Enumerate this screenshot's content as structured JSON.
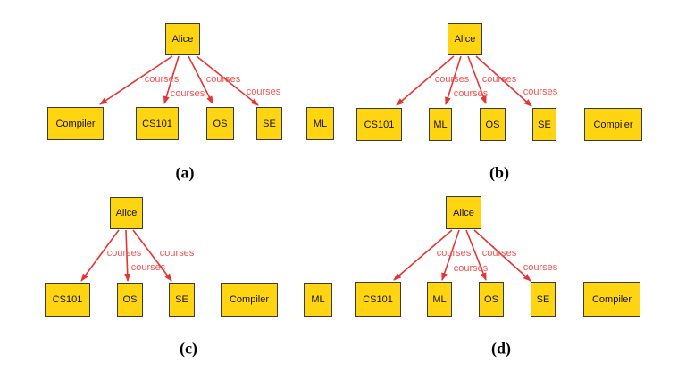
{
  "figure": {
    "background": "#ffffff",
    "colors": {
      "node_fill": "#ffd411",
      "node_border": "#3b3b3b",
      "node_text": "#141414",
      "edge": "#e63434",
      "edge_label": "#f15454",
      "caption_text": "#000000"
    }
  },
  "panels": [
    {
      "caption": "(a)",
      "root": "Alice",
      "nodes": [
        "Compiler",
        "CS101",
        "OS",
        "SE",
        "ML"
      ],
      "edges": [
        {
          "from": "Alice",
          "to": "Compiler",
          "label": "courses"
        },
        {
          "from": "Alice",
          "to": "CS101",
          "label": "courses"
        },
        {
          "from": "Alice",
          "to": "OS",
          "label": "courses"
        },
        {
          "from": "Alice",
          "to": "SE",
          "label": "courses"
        }
      ]
    },
    {
      "caption": "(b)",
      "root": "Alice",
      "nodes": [
        "CS101",
        "ML",
        "OS",
        "SE",
        "Compiler"
      ],
      "edges": [
        {
          "from": "Alice",
          "to": "CS101",
          "label": "courses"
        },
        {
          "from": "Alice",
          "to": "ML",
          "label": "courses"
        },
        {
          "from": "Alice",
          "to": "OS",
          "label": "courses"
        },
        {
          "from": "Alice",
          "to": "SE",
          "label": "courses"
        }
      ]
    },
    {
      "caption": "(c)",
      "root": "Alice",
      "nodes": [
        "CS101",
        "OS",
        "SE",
        "Compiler",
        "ML"
      ],
      "edges": [
        {
          "from": "Alice",
          "to": "CS101",
          "label": "courses"
        },
        {
          "from": "Alice",
          "to": "OS",
          "label": "courses"
        },
        {
          "from": "Alice",
          "to": "SE",
          "label": "courses"
        }
      ]
    },
    {
      "caption": "(d)",
      "root": "Alice",
      "nodes": [
        "CS101",
        "ML",
        "OS",
        "SE",
        "Compiler"
      ],
      "edges": [
        {
          "from": "Alice",
          "to": "CS101",
          "label": "courses"
        },
        {
          "from": "Alice",
          "to": "ML",
          "label": "courses"
        },
        {
          "from": "Alice",
          "to": "OS",
          "label": "courses"
        },
        {
          "from": "Alice",
          "to": "SE",
          "label": "courses"
        }
      ]
    }
  ]
}
